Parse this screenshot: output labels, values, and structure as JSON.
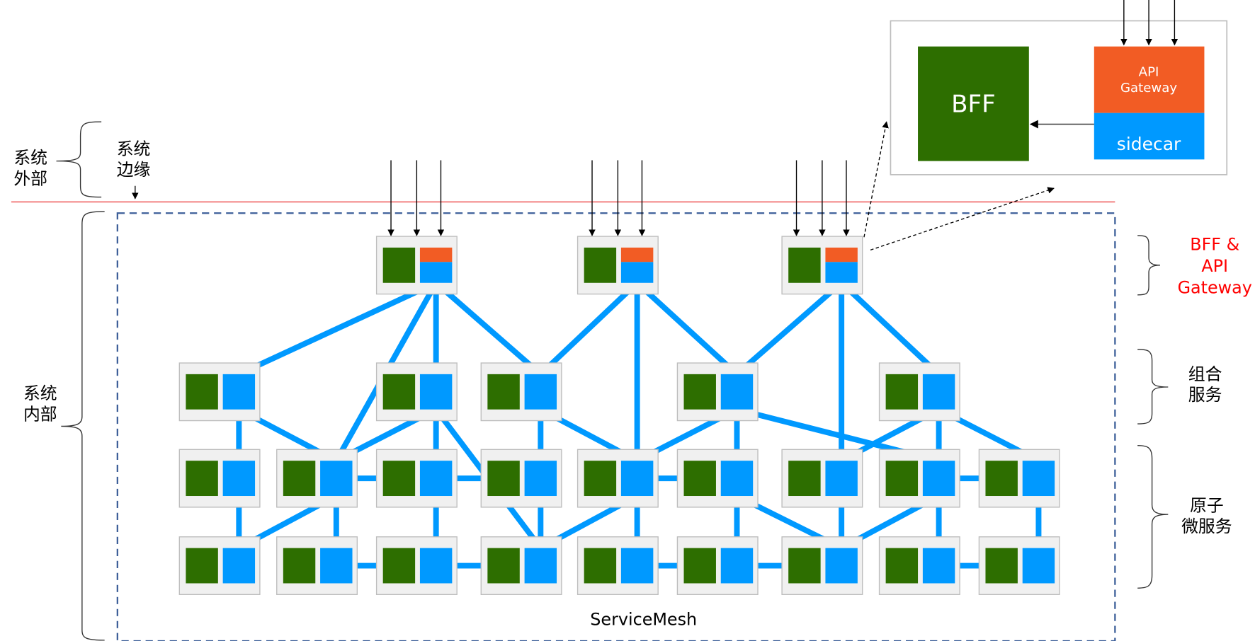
{
  "diagram": {
    "title": "ServiceMesh",
    "colors": {
      "service": "#2d6e00",
      "sidecar": "#0099ff",
      "gateway": "#f25c24",
      "node_bg": "#f0f0f0",
      "node_border": "#bdbdbd",
      "boundary_line": "#f07070",
      "mesh_border": "#3d5f99",
      "highlight_text": "#ff0000",
      "text": "#000000"
    },
    "left_labels": {
      "external": [
        "系统",
        "外部"
      ],
      "edge": [
        "系统",
        "边缘"
      ],
      "internal": [
        "系统",
        "内部"
      ]
    },
    "right_labels": {
      "gateway_layer": [
        "BFF &",
        "API",
        "Gateway"
      ],
      "composite_layer": [
        "组合",
        "服务"
      ],
      "atomic_layer": [
        "原子",
        "微服务"
      ]
    },
    "detail": {
      "bff_label": "BFF",
      "gateway_label": [
        "API",
        "Gateway"
      ],
      "sidecar_label": "sidecar"
    },
    "mesh_label": "ServiceMesh",
    "layers": {
      "gateways": [
        {
          "id": "g1",
          "col": 2
        },
        {
          "id": "g2",
          "col": 4
        },
        {
          "id": "g3",
          "col": 6
        }
      ],
      "composite": [
        {
          "id": "c1",
          "col": 0
        },
        {
          "id": "c2",
          "col": 2
        },
        {
          "id": "c3",
          "col": 3
        },
        {
          "id": "c4",
          "col": 5
        },
        {
          "id": "c5",
          "col": 7
        }
      ],
      "atomic_row1": [
        {
          "id": "a1",
          "col": 0
        },
        {
          "id": "a2",
          "col": 1
        },
        {
          "id": "a3",
          "col": 2
        },
        {
          "id": "a4",
          "col": 3
        },
        {
          "id": "a5",
          "col": 4
        },
        {
          "id": "a6",
          "col": 5
        },
        {
          "id": "a7",
          "col": 6
        },
        {
          "id": "a8",
          "col": 7
        },
        {
          "id": "a9",
          "col": 8
        }
      ],
      "atomic_row2": [
        {
          "id": "b1",
          "col": 0
        },
        {
          "id": "b2",
          "col": 1
        },
        {
          "id": "b3",
          "col": 2
        },
        {
          "id": "b4",
          "col": 3
        },
        {
          "id": "b5",
          "col": 4
        },
        {
          "id": "b6",
          "col": 5
        },
        {
          "id": "b7",
          "col": 6
        },
        {
          "id": "b8",
          "col": 7
        },
        {
          "id": "b9",
          "col": 8
        }
      ]
    },
    "links": [
      [
        "g1",
        "c1"
      ],
      [
        "g1",
        "c2"
      ],
      [
        "g1",
        "c3"
      ],
      [
        "g1",
        "a2"
      ],
      [
        "g2",
        "c3"
      ],
      [
        "g2",
        "c4"
      ],
      [
        "g2",
        "a5"
      ],
      [
        "g3",
        "c4"
      ],
      [
        "g3",
        "c5"
      ],
      [
        "g3",
        "a7"
      ],
      [
        "c1",
        "a1"
      ],
      [
        "c1",
        "a2"
      ],
      [
        "c2",
        "a2"
      ],
      [
        "c2",
        "a3"
      ],
      [
        "c2",
        "b4"
      ],
      [
        "c3",
        "a4"
      ],
      [
        "c3",
        "a5"
      ],
      [
        "c4",
        "a5"
      ],
      [
        "c4",
        "a6"
      ],
      [
        "c4",
        "a8"
      ],
      [
        "c5",
        "a7"
      ],
      [
        "c5",
        "a8"
      ],
      [
        "c5",
        "a9"
      ],
      [
        "a1",
        "b1"
      ],
      [
        "a2",
        "b1"
      ],
      [
        "a2",
        "b2"
      ],
      [
        "a2",
        "a3"
      ],
      [
        "a3",
        "a4"
      ],
      [
        "a3",
        "b3"
      ],
      [
        "a4",
        "b4"
      ],
      [
        "a5",
        "a6"
      ],
      [
        "a5",
        "b4"
      ],
      [
        "a5",
        "b5"
      ],
      [
        "a6",
        "b6"
      ],
      [
        "a6",
        "b7"
      ],
      [
        "a7",
        "b7"
      ],
      [
        "a8",
        "a9"
      ],
      [
        "a8",
        "b7"
      ],
      [
        "a8",
        "b8"
      ],
      [
        "a9",
        "b9"
      ],
      [
        "b2",
        "b3"
      ],
      [
        "b3",
        "b4"
      ],
      [
        "b5",
        "b6"
      ],
      [
        "b6",
        "b7"
      ],
      [
        "b8",
        "b9"
      ]
    ]
  }
}
